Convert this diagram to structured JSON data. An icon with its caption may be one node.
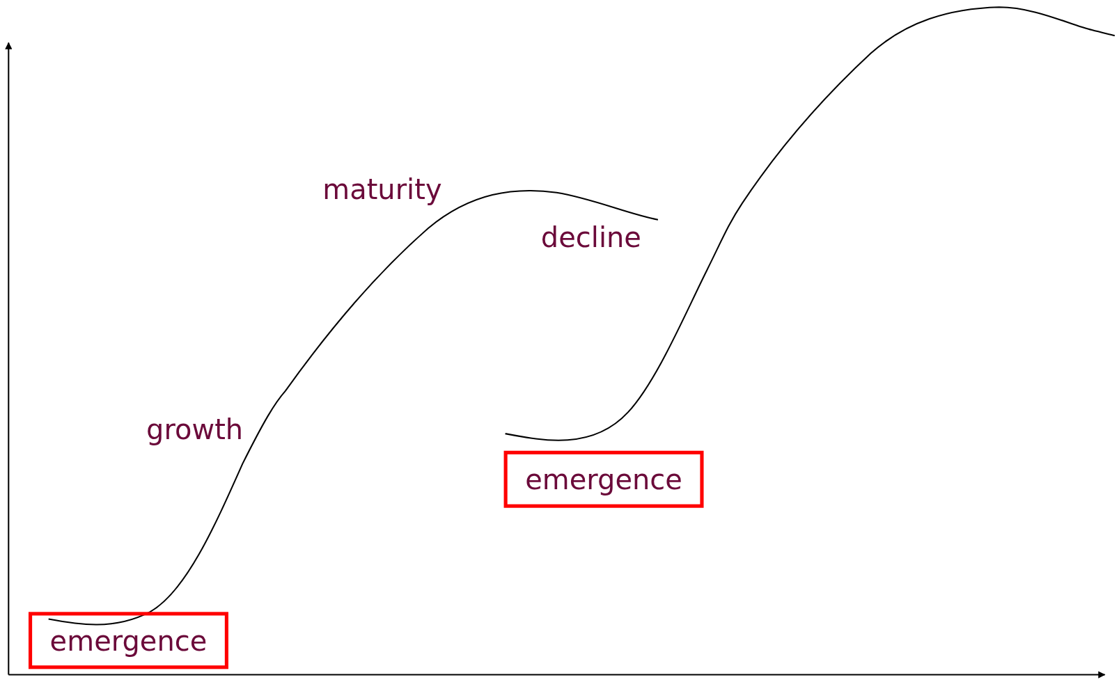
{
  "diagram": {
    "nodes": [
      {
        "text": [
          "emergence"
        ]
      },
      {
        "text": [
          "emergence"
        ]
      }
    ],
    "edges": [],
    "labels": [
      "maturity",
      "decline",
      "growth"
    ]
  }
}
